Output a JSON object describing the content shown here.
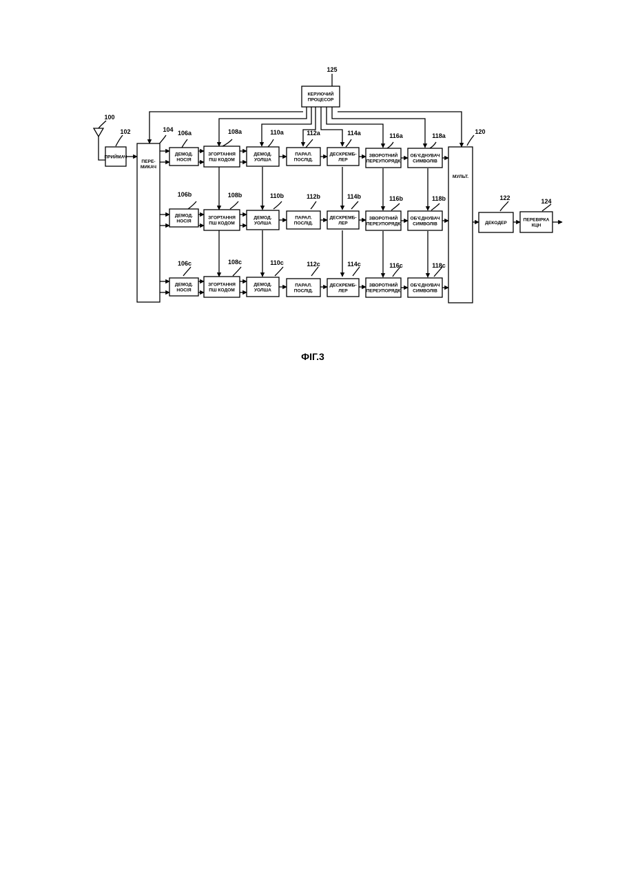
{
  "figure": {
    "caption": "ФІГ.3",
    "antenna": {
      "ref": "100"
    },
    "receiver": {
      "ref": "102",
      "label": "ПРИЙМАЧ"
    },
    "switch": {
      "ref": "104",
      "label": [
        "ПЕРЕ-",
        "МИКАЧ"
      ]
    },
    "controller": {
      "ref": "125",
      "label": [
        "КЕРУЮЧИЙ",
        "ПРОЦЕСОР"
      ]
    },
    "multiplexer": {
      "ref": "120",
      "label": "МУЛЬТ."
    },
    "decoder": {
      "ref": "122",
      "label": "ДЕКОДЕР"
    },
    "crc_check": {
      "ref": "124",
      "label": [
        "ПЕРЕВІРКА",
        "КЦН"
      ]
    },
    "channels": [
      {
        "refs": [
          "106a",
          "108a",
          "110a",
          "112a",
          "114a",
          "116a",
          "118a"
        ]
      },
      {
        "refs": [
          "106b",
          "108b",
          "110b",
          "112b",
          "114b",
          "116b",
          "118b"
        ]
      },
      {
        "refs": [
          "106c",
          "108c",
          "110c",
          "112c",
          "114c",
          "116c",
          "118c"
        ]
      }
    ],
    "stage_labels": {
      "carrier_demod": [
        "ДЕМОД.",
        "НОСІЯ"
      ],
      "pn_despread": [
        "ЗГОРТАННЯ",
        "ПШ КОДОМ"
      ],
      "walsh_demod": [
        "ДЕМОД.",
        "УОЛША"
      ],
      "par_ser": [
        "ПАРАЛ.",
        "ПОСЛІД."
      ],
      "descrambler": [
        "ДЕСКРЕМБ-",
        "ЛЕР"
      ],
      "deinterleaver": [
        "ЗВОРОТНИЙ",
        "ПЕРЕУПОРЯДК"
      ],
      "symbol_combiner": [
        "ОБ'ЄДНУВАЧ",
        "СИМВОЛІВ"
      ]
    }
  }
}
